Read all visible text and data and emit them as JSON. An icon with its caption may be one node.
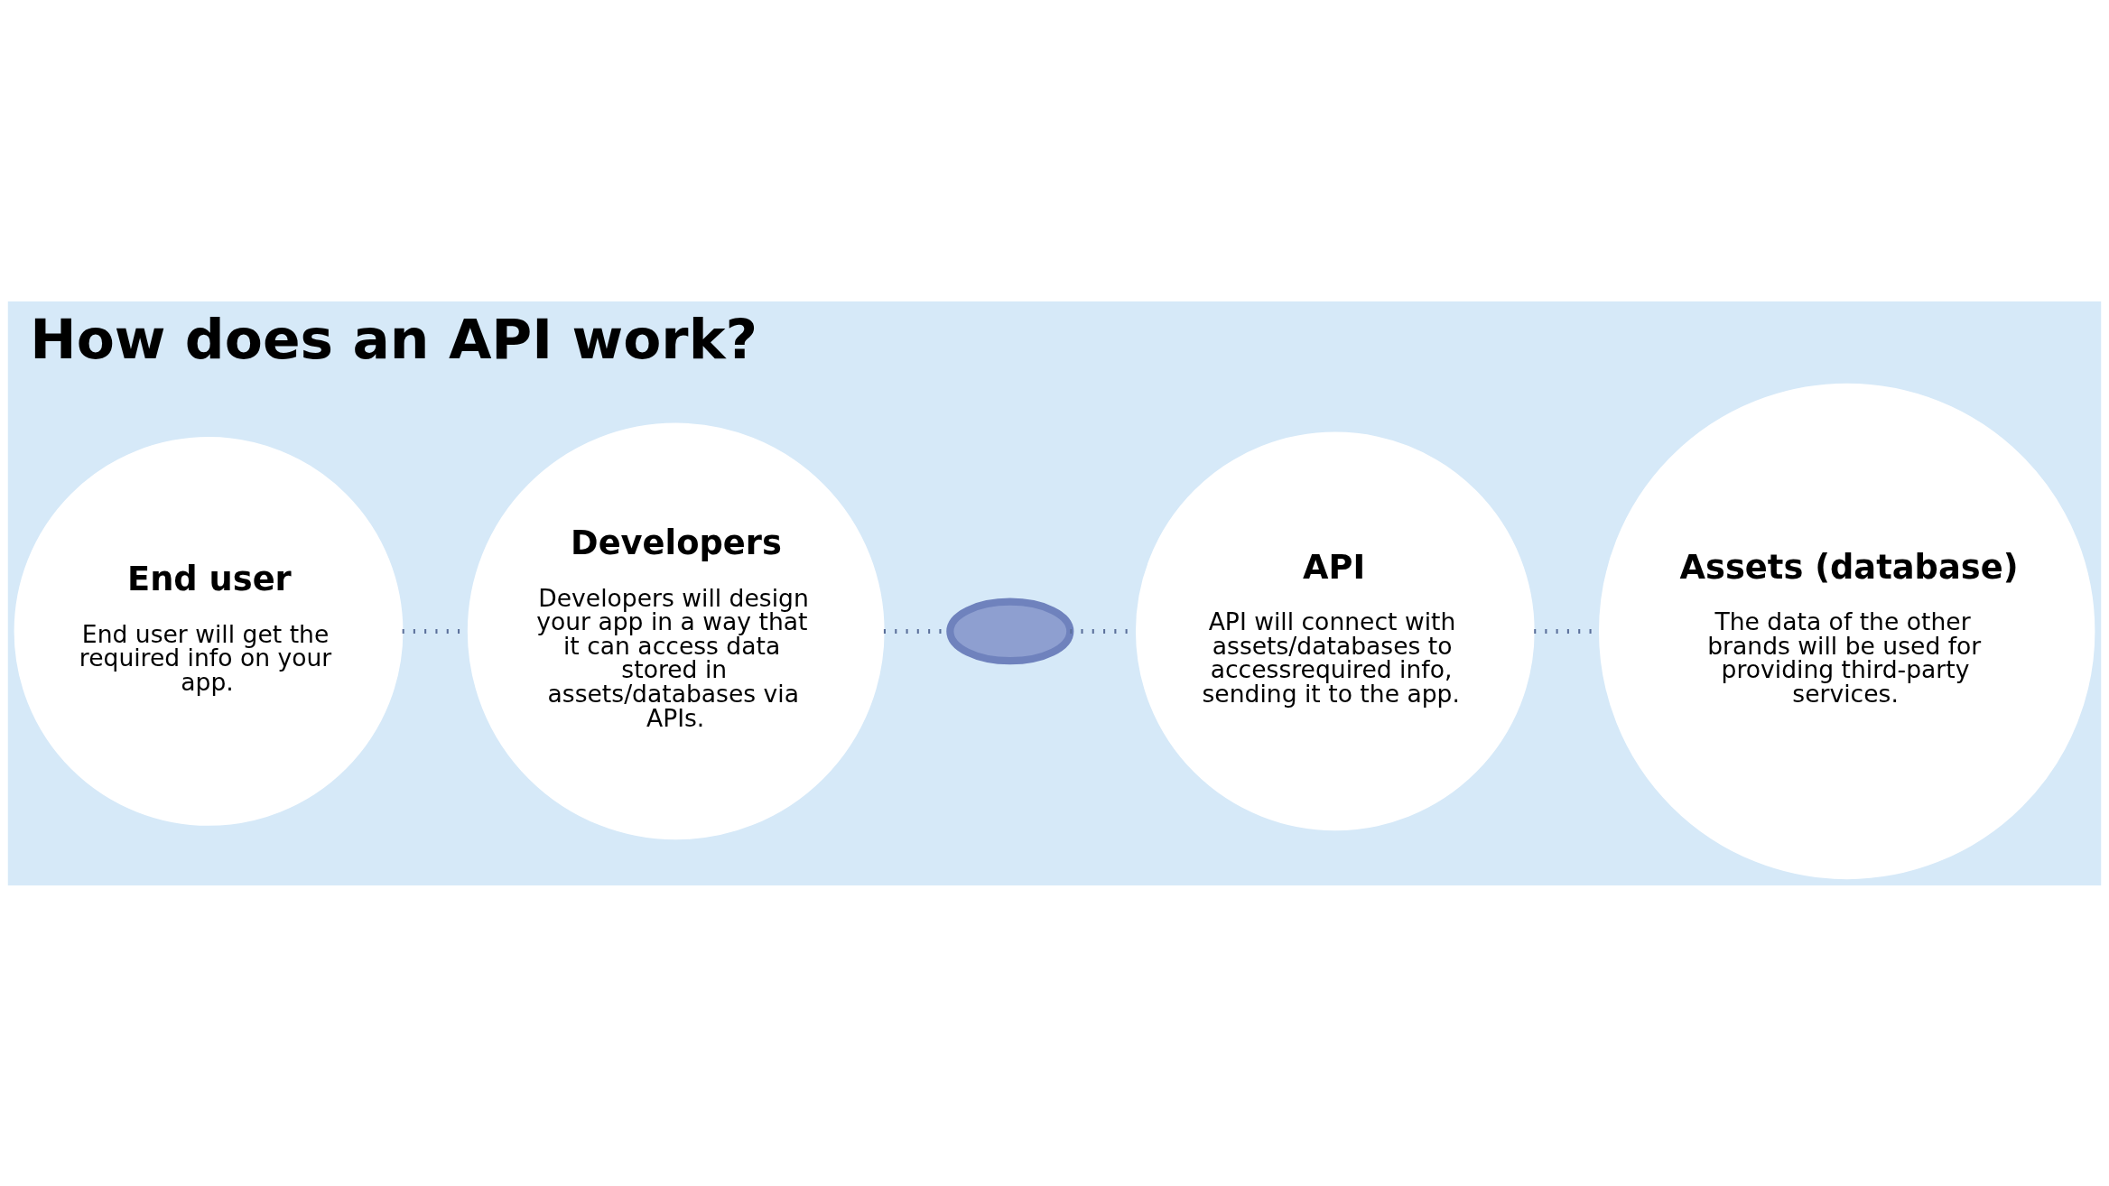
{
  "diagram": {
    "title": "How does an API work?",
    "nodes": [
      {
        "text": [
          "End user",
          "End user will get the required info on your app."
        ]
      },
      {
        "text": [
          "Developers",
          "Developers will design your app in a way that it can access data stored in assets/databases via APIs."
        ]
      },
      {
        "text": [],
        "shape": "link"
      },
      {
        "text": [
          "API",
          "API will connect with assets/databases to accessrequired info, sending it to the app."
        ]
      },
      {
        "text": [
          "Assets (database)",
          "The data of the other brands will be used for providing third-party services."
        ]
      }
    ],
    "edges": [
      {
        "from": 0,
        "to": 1,
        "arrow": "none"
      },
      {
        "from": 1,
        "to": 2,
        "arrow": "none"
      },
      {
        "from": 2,
        "to": 3,
        "arrow": "none"
      },
      {
        "from": 3,
        "to": 4,
        "arrow": "none"
      }
    ]
  }
}
